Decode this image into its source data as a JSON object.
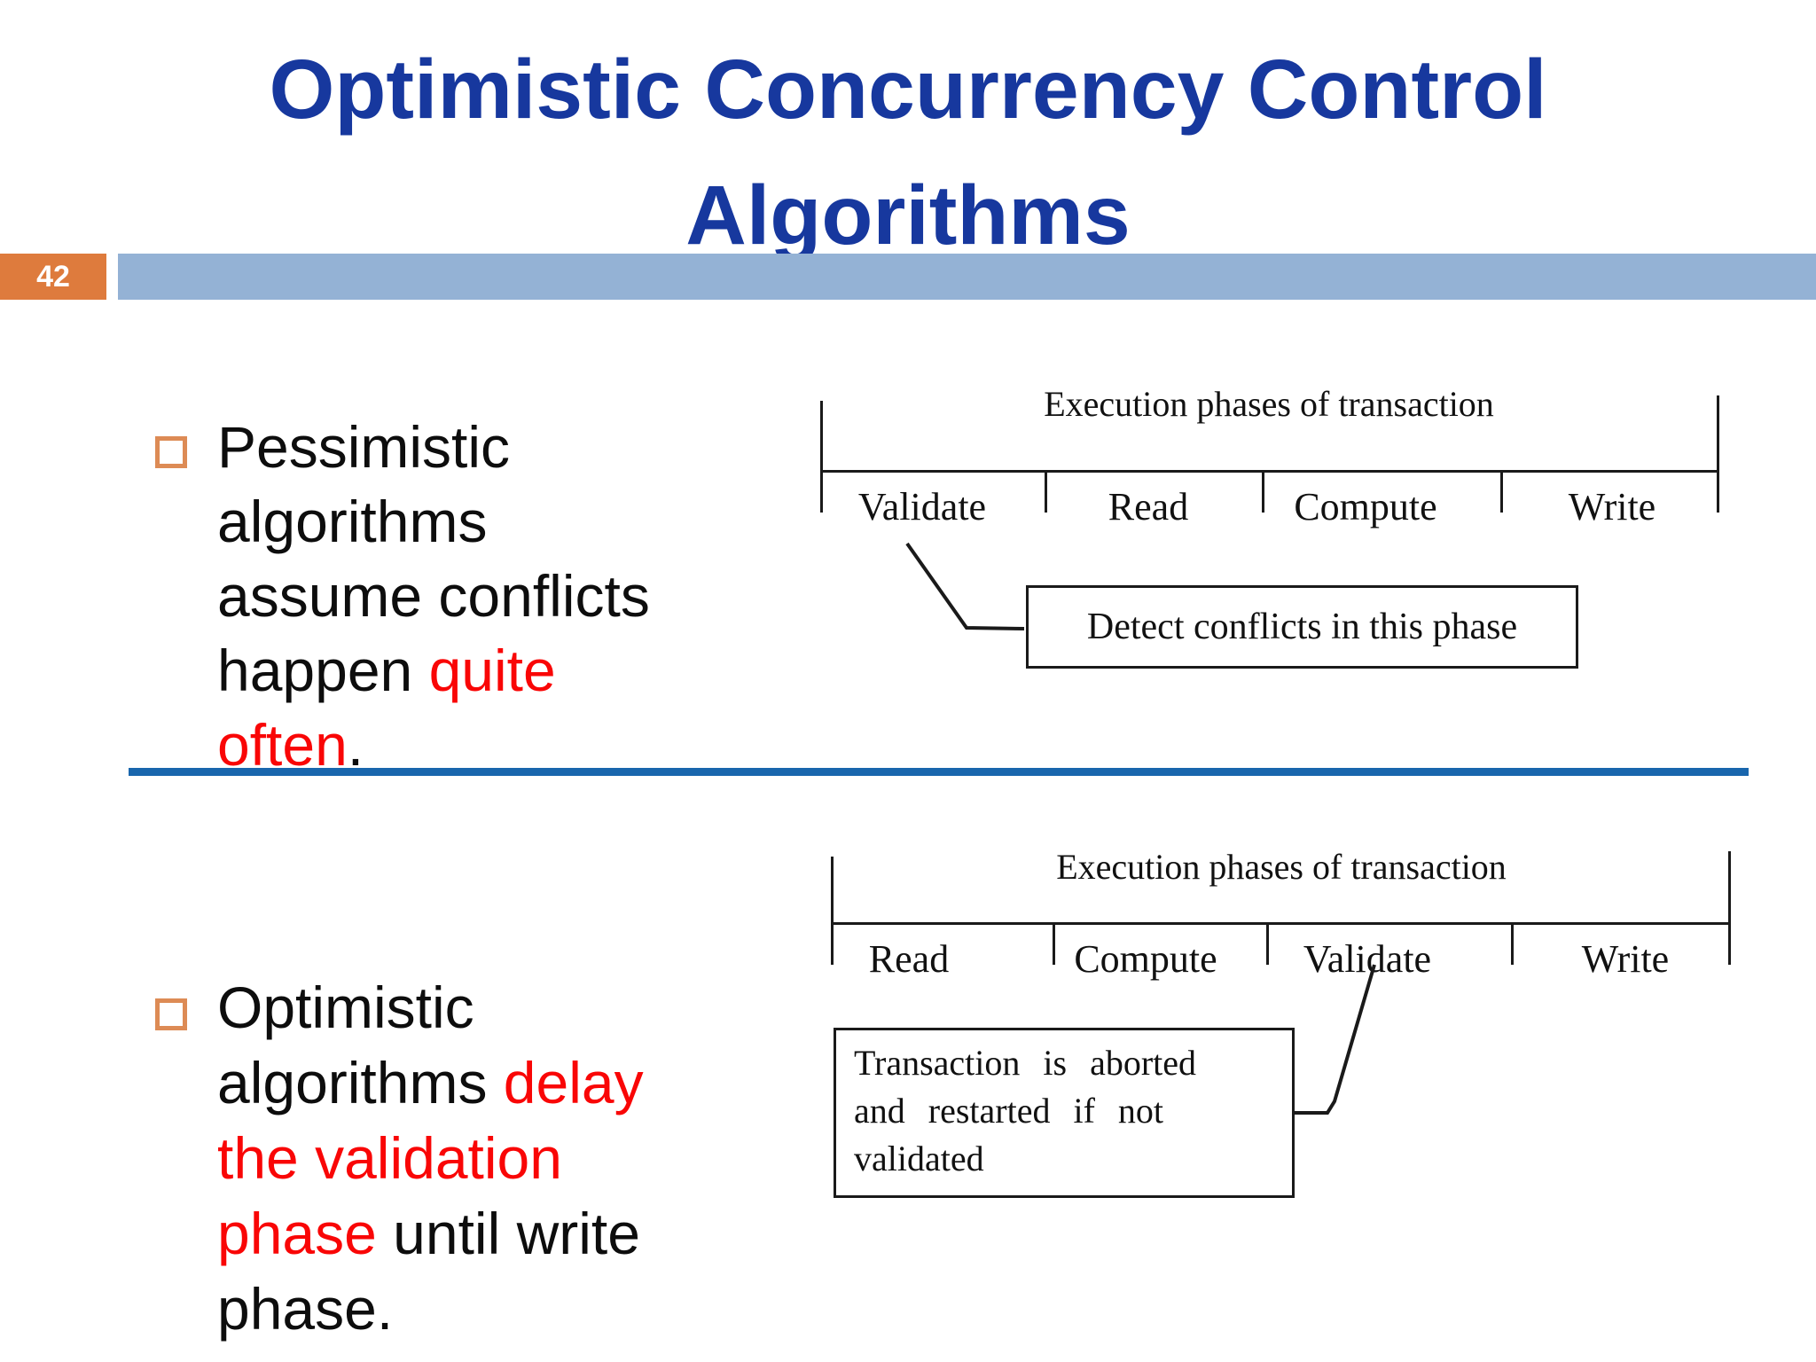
{
  "slide": {
    "title": "Optimistic Concurrency Control\nAlgorithms",
    "page_number": "42"
  },
  "bullets": [
    {
      "text_black_1": "Pessimistic\nalgorithms\nassume conflicts\nhappen ",
      "text_red": "quite\noften",
      "text_black_2": "."
    },
    {
      "text_black_1": "Optimistic\nalgorithms ",
      "text_red": "delay\nthe validation\nphase",
      "text_black_2": " until write\nphase."
    }
  ],
  "diagrams": [
    {
      "title": "Execution phases of transaction",
      "phases": [
        "Validate",
        "Read",
        "Compute",
        "Write"
      ],
      "callout": "Detect conflicts in this phase"
    },
    {
      "title": "Execution phases of transaction",
      "phases": [
        "Read",
        "Compute",
        "Validate",
        "Write"
      ],
      "callout": "Transaction is aborted\nand restarted if not\nvalidated"
    }
  ],
  "colors": {
    "title_blue": "#17389e",
    "accent_bar_blue": "#94b2d5",
    "page_box_orange": "#de7b3d",
    "bullet_square_orange": "#dd8b55",
    "divider_blue": "#1966ad",
    "highlight_red": "#f90606",
    "diagram_ink": "#1a1a1a"
  }
}
